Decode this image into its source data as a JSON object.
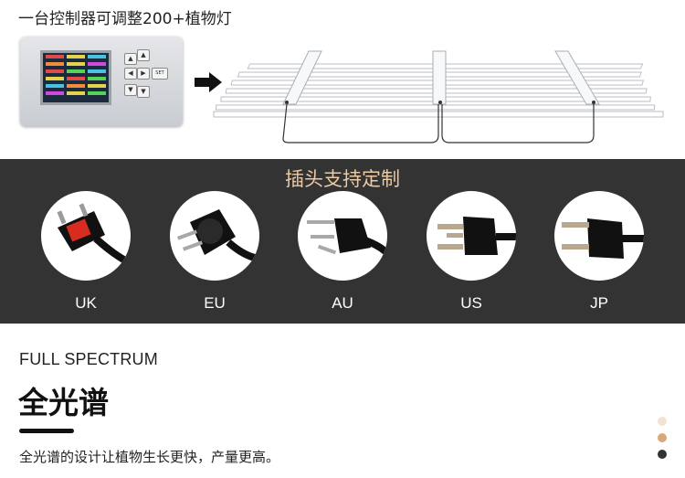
{
  "top": {
    "title": "一台控制器可调整200+植物灯",
    "controller_button": "SET"
  },
  "plugs": {
    "heading": "插头支持定制",
    "items": [
      {
        "label": "UK",
        "icon": "uk-plug-icon"
      },
      {
        "label": "EU",
        "icon": "eu-plug-icon"
      },
      {
        "label": "AU",
        "icon": "au-plug-icon"
      },
      {
        "label": "US",
        "icon": "us-plug-icon"
      },
      {
        "label": "JP",
        "icon": "jp-plug-icon"
      }
    ]
  },
  "spectrum": {
    "eyebrow": "FULL SPECTRUM",
    "title": "全光谱",
    "description": "全光谱的设计让植物生长更快，产量更高。"
  },
  "colors": {
    "band_bg": "#333333",
    "band_title": "#eac9a5",
    "dot_1": "#f3e3d3",
    "dot_2": "#d9a877",
    "dot_3": "#333333"
  }
}
